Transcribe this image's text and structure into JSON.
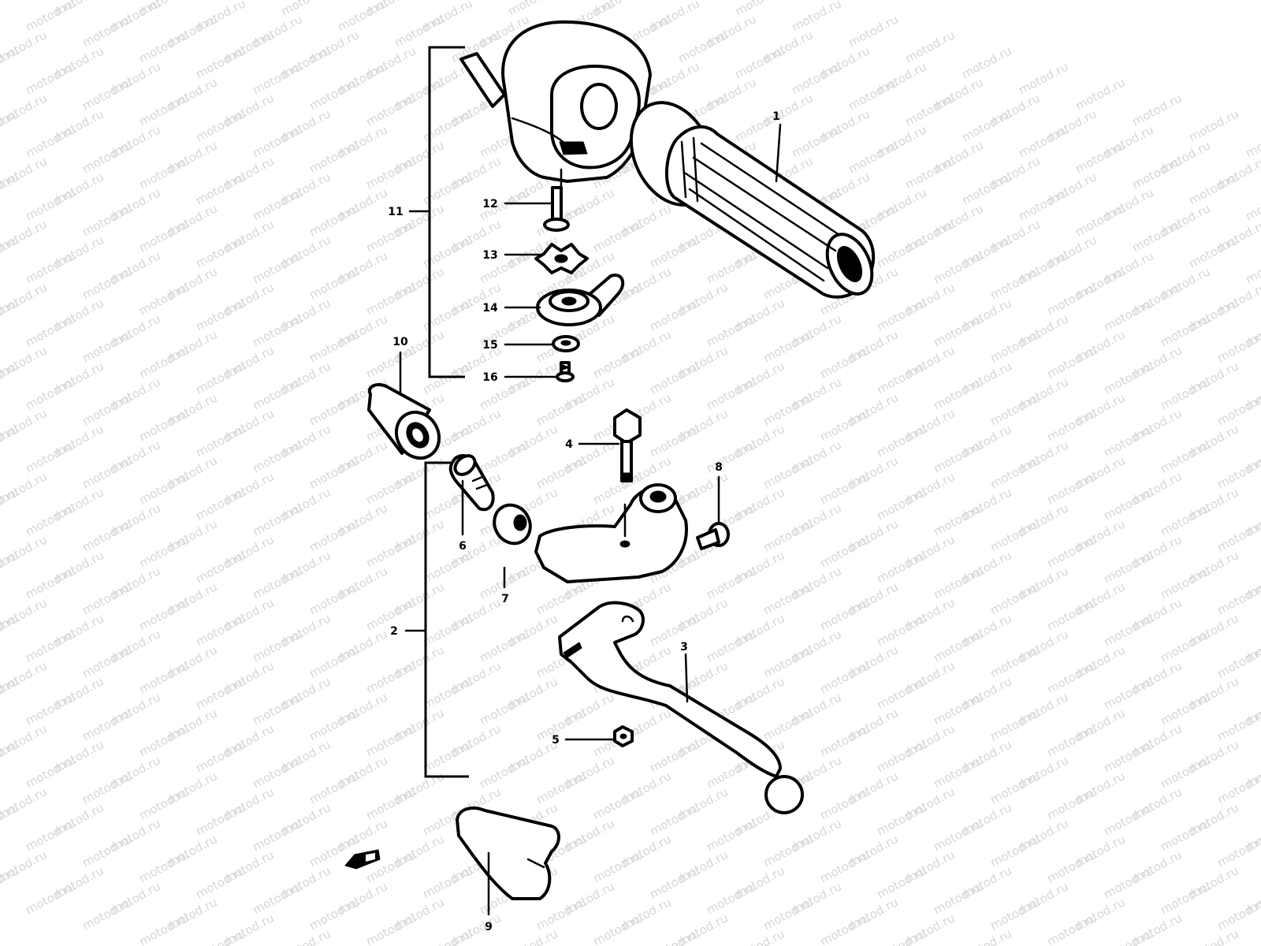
{
  "watermark": {
    "text": "motod.ru",
    "color": "#d6d6d6"
  },
  "callouts": {
    "c1": "1",
    "c2": "2",
    "c3": "3",
    "c4": "4",
    "c5": "5",
    "c6": "6",
    "c7": "7",
    "c8": "8",
    "c9": "9",
    "c10": "10",
    "c11": "11",
    "c12": "12",
    "c13": "13",
    "c14": "14",
    "c15": "15",
    "c16": "16"
  },
  "icons": {
    "direction_arrow": "front-direction-arrow-icon"
  }
}
